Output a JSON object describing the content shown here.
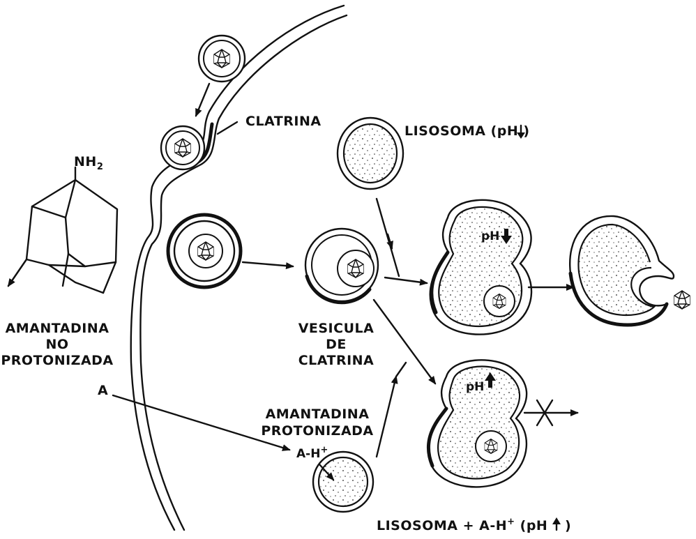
{
  "labels": {
    "clatrina": "CLATRINA",
    "lisosoma_low": "LISOSOMA (pH",
    "nh2": "NH",
    "nh2_sub": "2",
    "amantadina_np_1": "AMANTADINA",
    "amantadina_np_2": "NO",
    "amantadina_np_3": "PROTONIZADA",
    "a": "A",
    "vesicula_1": "VESICULA",
    "vesicula_2": "DE",
    "vesicula_3": "CLATRINA",
    "amantadina_p_1": "AMANTADINA",
    "amantadina_p_2": "PROTONIZADA",
    "ah_plus": "A-H",
    "ph_low": "pH",
    "ph_high": "pH",
    "lisosoma_bottom": "LISOSOMA + A-H",
    "lisosoma_bottom_ph": "(pH"
  }
}
